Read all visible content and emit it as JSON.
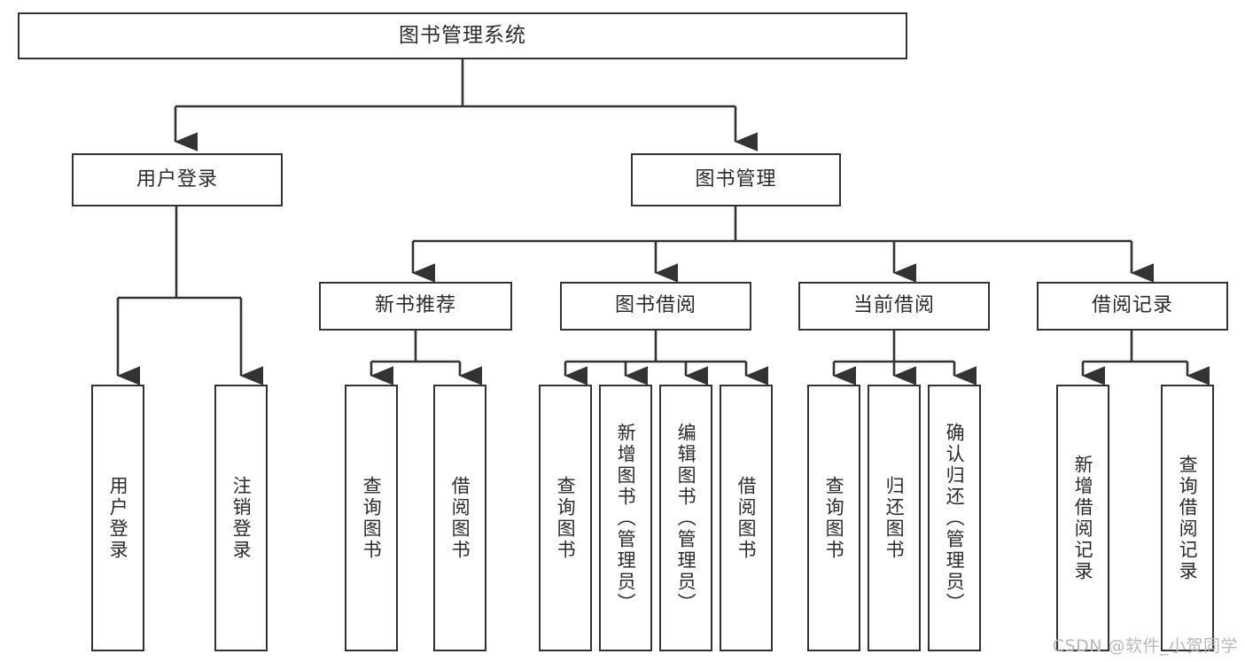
{
  "diagram": {
    "type": "tree-hierarchy-chart",
    "title": "图书管理系统",
    "background_color": "#ffffff",
    "line_color": "#333333",
    "text_color": "#2b2b2b",
    "watermark": "CSDN @软件_小贺同学",
    "root": {
      "label": "图书管理系统"
    },
    "level2": [
      {
        "label": "用户登录"
      },
      {
        "label": "图书管理"
      }
    ],
    "level3": [
      {
        "label": "新书推荐"
      },
      {
        "label": "图书借阅"
      },
      {
        "label": "当前借阅"
      },
      {
        "label": "借阅记录"
      }
    ],
    "leaves": {
      "user_login": [
        {
          "label": "用户登录"
        },
        {
          "label": "注销登录"
        }
      ],
      "new_book_recommend": [
        {
          "label": "查询图书"
        },
        {
          "label": "借阅图书"
        }
      ],
      "book_borrow": [
        {
          "label": "查询图书"
        },
        {
          "label": "新增图书（管理员）"
        },
        {
          "label": "编辑图书（管理员）"
        },
        {
          "label": "借阅图书"
        }
      ],
      "current_borrow": [
        {
          "label": "查询图书"
        },
        {
          "label": "归还图书"
        },
        {
          "label": "确认归还（管理员）"
        }
      ],
      "borrow_record": [
        {
          "label": "新增借阅记录"
        },
        {
          "label": "查询借阅记录"
        }
      ]
    }
  }
}
